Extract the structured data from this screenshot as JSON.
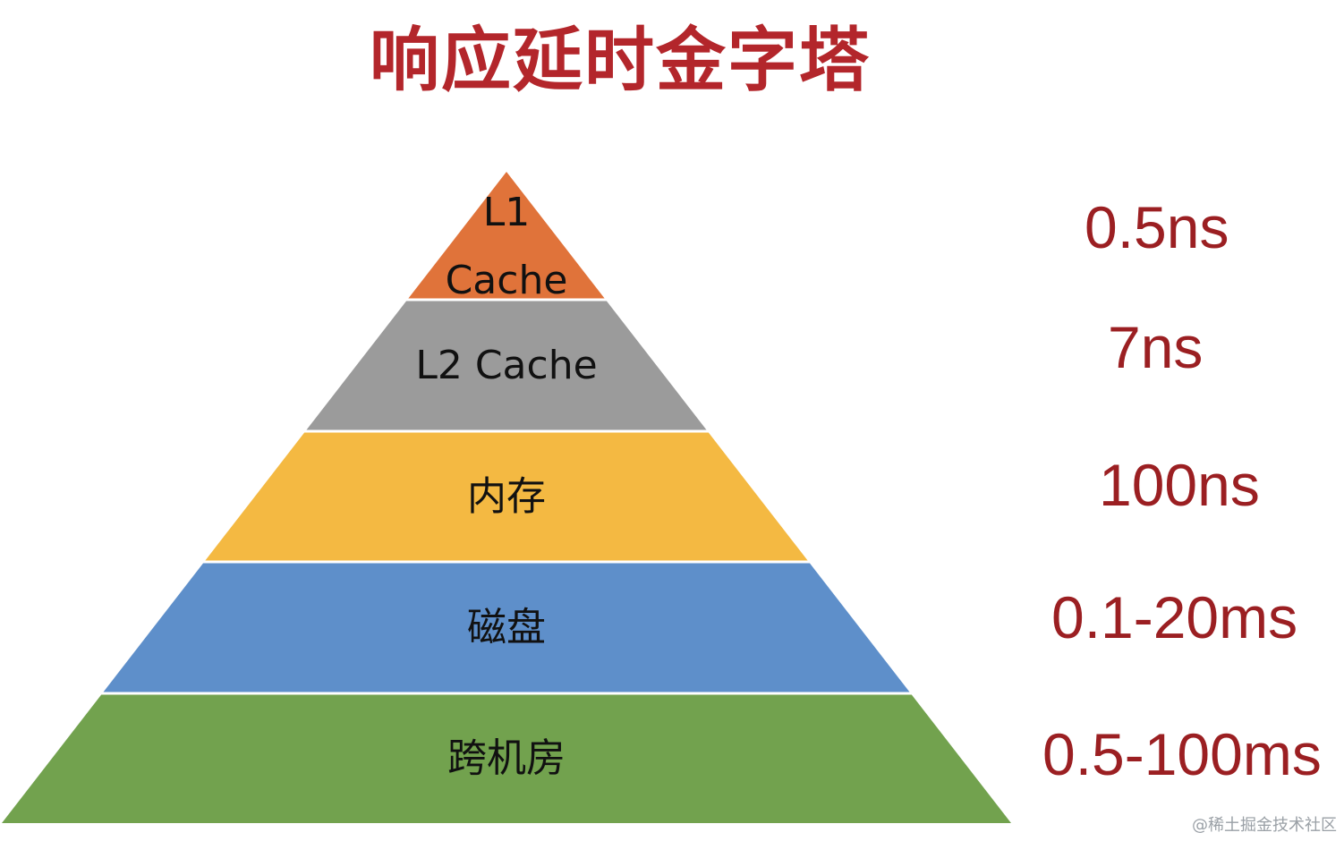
{
  "title": "响应延时金字塔",
  "colors": {
    "title": "#b3262b",
    "latency": "#9b1f22",
    "separator": "#ffffff"
  },
  "layers": [
    {
      "label_lines": [
        "L1",
        "Cache"
      ],
      "latency": "0.5ns",
      "color": "#e0733a"
    },
    {
      "label_lines": [
        "L2 Cache"
      ],
      "latency": "7ns",
      "color": "#9b9b9b"
    },
    {
      "label_lines": [
        "内存"
      ],
      "latency": "100ns",
      "color": "#f4b942"
    },
    {
      "label_lines": [
        "磁盘"
      ],
      "latency": "0.1-20ms",
      "color": "#5e8fca"
    },
    {
      "label_lines": [
        "跨机房"
      ],
      "latency": "0.5-100ms",
      "color": "#72a24e"
    }
  ],
  "watermark": "@稀土掘金技术社区"
}
